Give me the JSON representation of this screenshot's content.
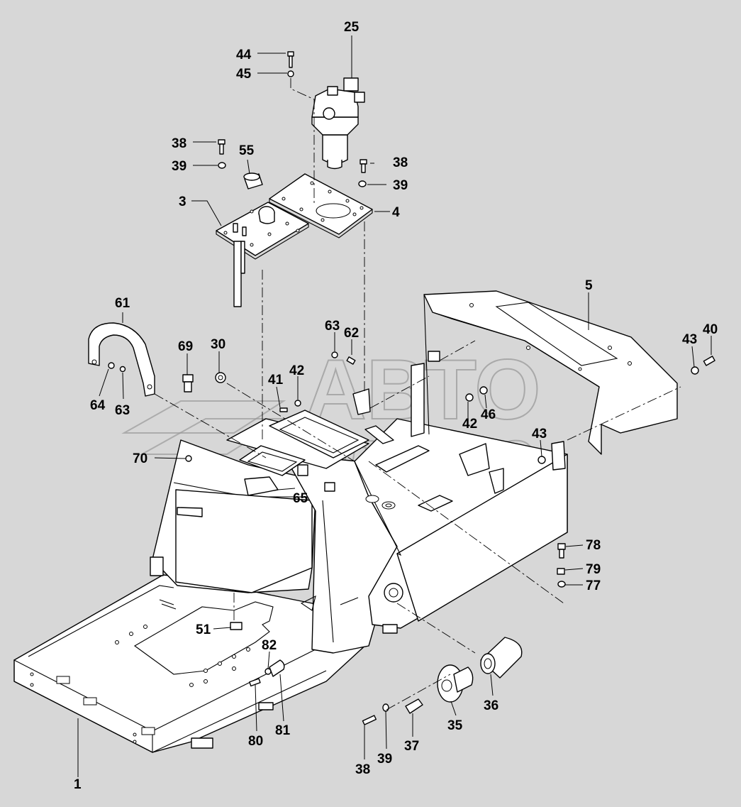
{
  "watermark": {
    "line1": "АВТО",
    "line2": "АЛЬЯНС"
  },
  "callouts": [
    {
      "id": "c1",
      "text": "1"
    },
    {
      "id": "c3",
      "text": "3"
    },
    {
      "id": "c4",
      "text": "4"
    },
    {
      "id": "c5",
      "text": "5"
    },
    {
      "id": "c25",
      "text": "25"
    },
    {
      "id": "c30",
      "text": "30"
    },
    {
      "id": "c35",
      "text": "35"
    },
    {
      "id": "c36",
      "text": "36"
    },
    {
      "id": "c37",
      "text": "37"
    },
    {
      "id": "c38a",
      "text": "38"
    },
    {
      "id": "c38b",
      "text": "38"
    },
    {
      "id": "c38c",
      "text": "38"
    },
    {
      "id": "c39a",
      "text": "39"
    },
    {
      "id": "c39b",
      "text": "39"
    },
    {
      "id": "c39c",
      "text": "39"
    },
    {
      "id": "c40",
      "text": "40"
    },
    {
      "id": "c41",
      "text": "41"
    },
    {
      "id": "c42a",
      "text": "42"
    },
    {
      "id": "c42b",
      "text": "42"
    },
    {
      "id": "c43a",
      "text": "43"
    },
    {
      "id": "c43b",
      "text": "43"
    },
    {
      "id": "c44",
      "text": "44"
    },
    {
      "id": "c45",
      "text": "45"
    },
    {
      "id": "c46",
      "text": "46"
    },
    {
      "id": "c51",
      "text": "51"
    },
    {
      "id": "c55",
      "text": "55"
    },
    {
      "id": "c61",
      "text": "61"
    },
    {
      "id": "c62",
      "text": "62"
    },
    {
      "id": "c63a",
      "text": "63"
    },
    {
      "id": "c63b",
      "text": "63"
    },
    {
      "id": "c64",
      "text": "64"
    },
    {
      "id": "c65",
      "text": "65"
    },
    {
      "id": "c69",
      "text": "69"
    },
    {
      "id": "c70",
      "text": "70"
    },
    {
      "id": "c77",
      "text": "77"
    },
    {
      "id": "c78",
      "text": "78"
    },
    {
      "id": "c79",
      "text": "79"
    },
    {
      "id": "c80",
      "text": "80"
    },
    {
      "id": "c81",
      "text": "81"
    },
    {
      "id": "c82",
      "text": "82"
    }
  ]
}
